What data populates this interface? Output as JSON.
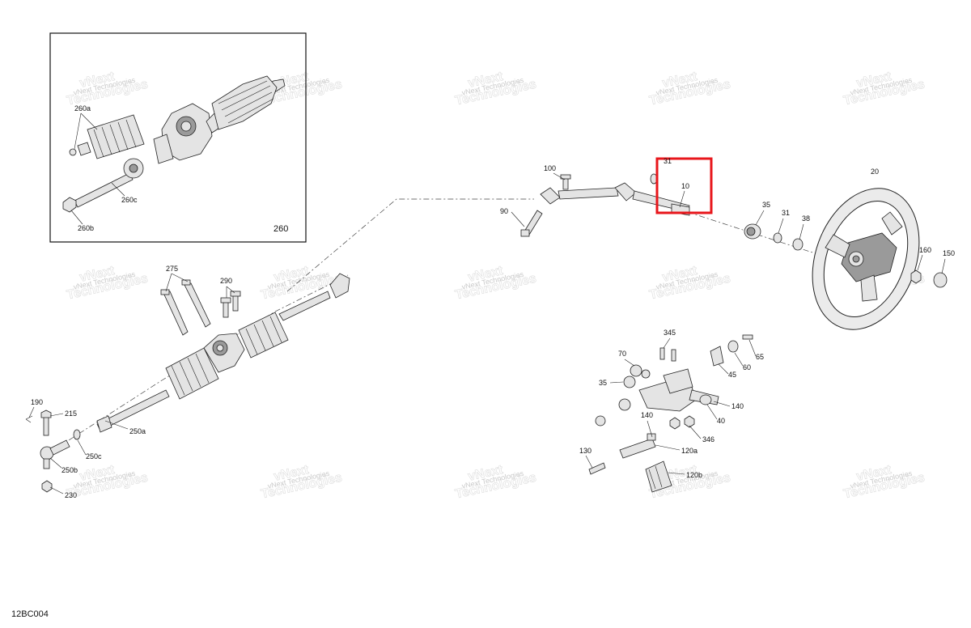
{
  "diagram_code": "12BC004",
  "inset_label": "260",
  "watermark": {
    "line1": "vNext",
    "line2": "Technologies",
    "small": "vNext Technologies"
  },
  "highlight_color": "#e8161b",
  "callouts": {
    "c260a": "260a",
    "c260c": "260c",
    "c260b": "260b",
    "c275": "275",
    "c290": "290",
    "c190": "190",
    "c215": "215",
    "c250a": "250a",
    "c250c": "250c",
    "c250b": "250b",
    "c230": "230",
    "c100": "100",
    "c90": "90",
    "c31top": "31",
    "c10": "10",
    "c35a": "35",
    "c31": "31",
    "c38": "38",
    "c20": "20",
    "c160": "160",
    "c150": "150",
    "c345": "345",
    "c65": "65",
    "c70": "70",
    "c45": "45",
    "c60": "60",
    "c35b": "35",
    "c140a": "140",
    "c40": "40",
    "c140b": "140",
    "c346": "346",
    "c120a": "120a",
    "c130": "130",
    "c120b": "120b"
  }
}
